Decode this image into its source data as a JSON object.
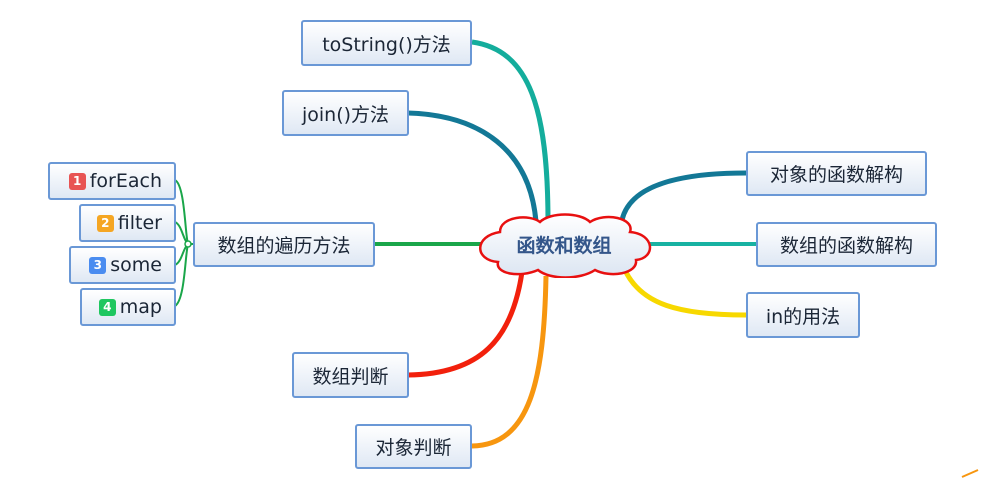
{
  "central_topic": "函数和数组",
  "branches": {
    "tostring": "toString()方法",
    "join": "join()方法",
    "traverse": "数组的遍历方法",
    "array_check": "数组判断",
    "object_check": "对象判断",
    "object_destructure": "对象的函数解构",
    "array_destructure": "数组的函数解构",
    "in_usage": "in的用法"
  },
  "traverse_children": [
    {
      "num": "1",
      "label": "forEach",
      "color": "#e85454"
    },
    {
      "num": "2",
      "label": "filter",
      "color": "#f5a623"
    },
    {
      "num": "3",
      "label": "some",
      "color": "#4a8cf0"
    },
    {
      "num": "4",
      "label": "map",
      "color": "#1fc760"
    }
  ],
  "colors": {
    "tostring": "#14ad9c",
    "join": "#137896",
    "traverse": "#1aa64a",
    "array_check": "#f2200c",
    "object_check": "#f7960f",
    "object_destructure": "#137896",
    "array_destructure": "#18b2a2",
    "in_usage": "#f7d800"
  }
}
